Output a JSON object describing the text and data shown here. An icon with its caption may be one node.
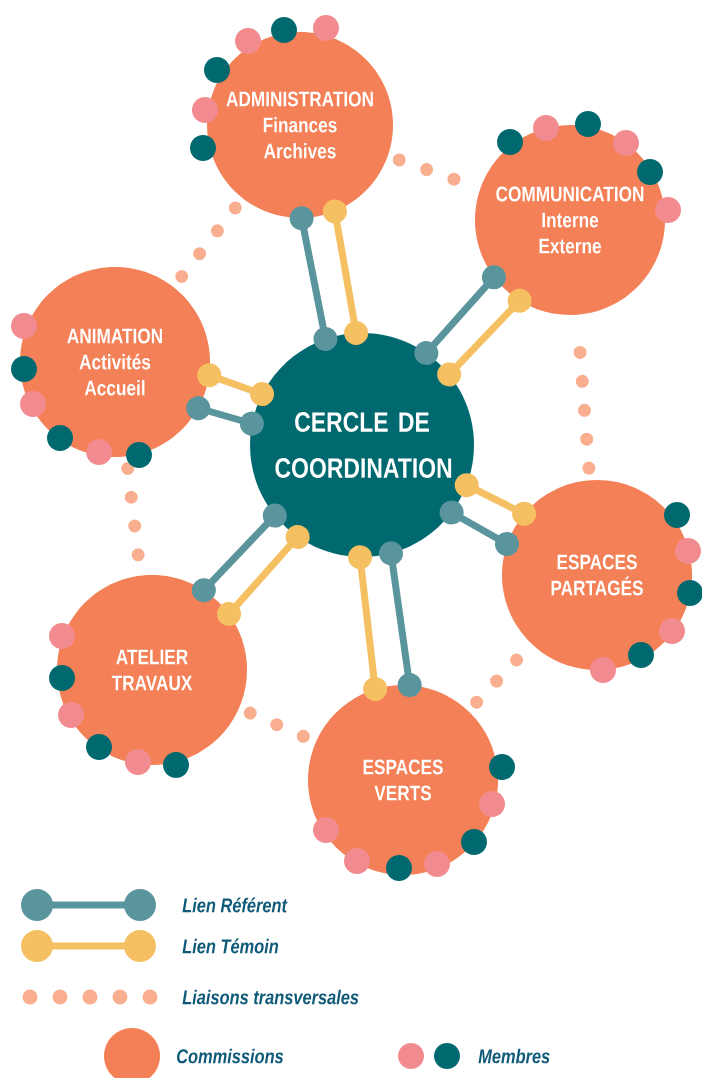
{
  "diagram": {
    "nodes": [
      {
        "text": [
          "ADMINISTRATION",
          "Finances Archives"
        ]
      },
      {
        "text": [
          "COMMUNICATION",
          "Interne Externe"
        ]
      },
      {
        "text": [
          "ANIMATION",
          "Activités Accueil"
        ]
      },
      {
        "text": [
          "CERCLE DE COORDINATION"
        ]
      },
      {
        "text": [
          "ESPACES PARTAGÉS"
        ]
      },
      {
        "text": [
          "ATELIER TRAVAUX"
        ]
      },
      {
        "text": [
          "ESPACES VERTS"
        ]
      }
    ],
    "edges": [
      {
        "from": 0,
        "to": 3,
        "arrow": "other",
        "color": "#5a959d"
      },
      {
        "from": 0,
        "to": 3,
        "arrow": "other",
        "color": "#f5c062"
      },
      {
        "from": 1,
        "to": 3,
        "arrow": "other",
        "color": "#5a959d"
      },
      {
        "from": 1,
        "to": 3,
        "arrow": "other",
        "color": "#f5c062"
      },
      {
        "from": 2,
        "to": 3,
        "arrow": "other",
        "color": "#f5c062"
      },
      {
        "from": 2,
        "to": 3,
        "arrow": "other",
        "color": "#5a959d"
      },
      {
        "from": 4,
        "to": 3,
        "arrow": "other",
        "color": "#5a959d"
      },
      {
        "from": 4,
        "to": 3,
        "arrow": "other",
        "color": "#f5c062"
      },
      {
        "from": 5,
        "to": 3,
        "arrow": "other",
        "color": "#f5c062"
      },
      {
        "from": 5,
        "to": 3,
        "arrow": "other",
        "color": "#5a959d"
      },
      {
        "from": 6,
        "to": 3,
        "arrow": "other",
        "color": "#f5c062"
      },
      {
        "from": 6,
        "to": 3,
        "arrow": "other",
        "color": "#5a959d"
      },
      {
        "from": 0,
        "to": 1,
        "arrow": "none",
        "style": "dashed",
        "color": "#f9af8f"
      },
      {
        "from": 0,
        "to": 2,
        "arrow": "none",
        "style": "dashed",
        "color": "#f9af8f"
      },
      {
        "from": 2,
        "to": 5,
        "arrow": "none",
        "style": "dashed",
        "color": "#f9af8f"
      },
      {
        "from": 5,
        "to": 6,
        "arrow": "none",
        "style": "dashed",
        "color": "#f9af8f"
      },
      {
        "from": 6,
        "to": 4,
        "arrow": "none",
        "style": "dashed",
        "color": "#f9af8f"
      },
      {
        "from": 4,
        "to": 1,
        "arrow": "none",
        "style": "dashed",
        "color": "#f9af8f"
      }
    ],
    "legend": [
      {
        "text": "Lien Référent"
      },
      {
        "text": "Lien Témoin"
      },
      {
        "text": "Liaisons transversales"
      },
      {
        "text": "Commissions",
        "color": "#f38057"
      },
      {
        "text": "Membres"
      }
    ]
  }
}
